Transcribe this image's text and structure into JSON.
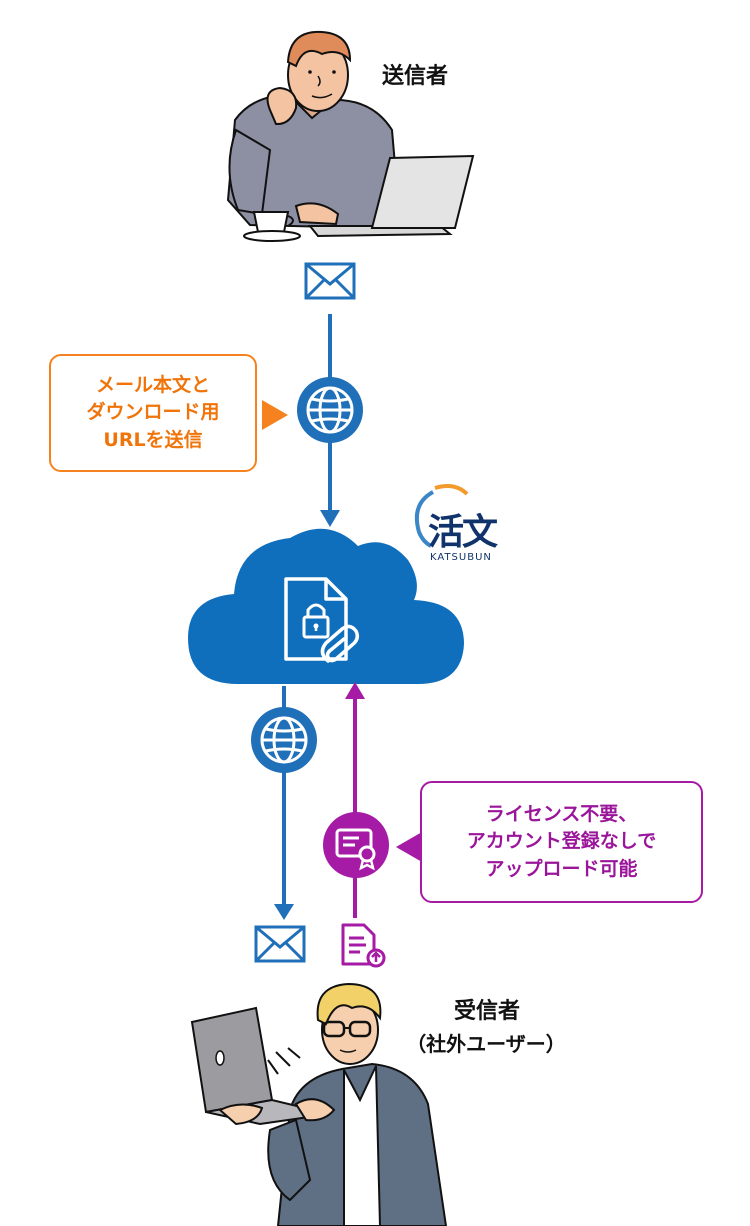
{
  "sender": {
    "label": "送信者"
  },
  "receiver": {
    "label_line1": "受信者",
    "label_line2": "（社外ユーザー）"
  },
  "callout_send": {
    "lines": [
      "メール本文と",
      "ダウンロード用",
      "URLを送信"
    ]
  },
  "callout_upload": {
    "lines": [
      "ライセンス不要、",
      "アカウント登録なしで",
      "アップロード可能"
    ]
  },
  "logo": {
    "mark": "活文",
    "text": "KATSUBUN"
  },
  "colors": {
    "blue": "#1f70b8",
    "cloud": "#0f6fbd",
    "orange": "#f5821f",
    "purple": "#a51ba5"
  },
  "icons": [
    "mail-icon",
    "globe-icon",
    "cloud-icon",
    "locked-document-icon",
    "paperclip-icon",
    "certificate-icon",
    "document-upload-icon",
    "arrow-down-icon",
    "arrow-up-icon"
  ]
}
